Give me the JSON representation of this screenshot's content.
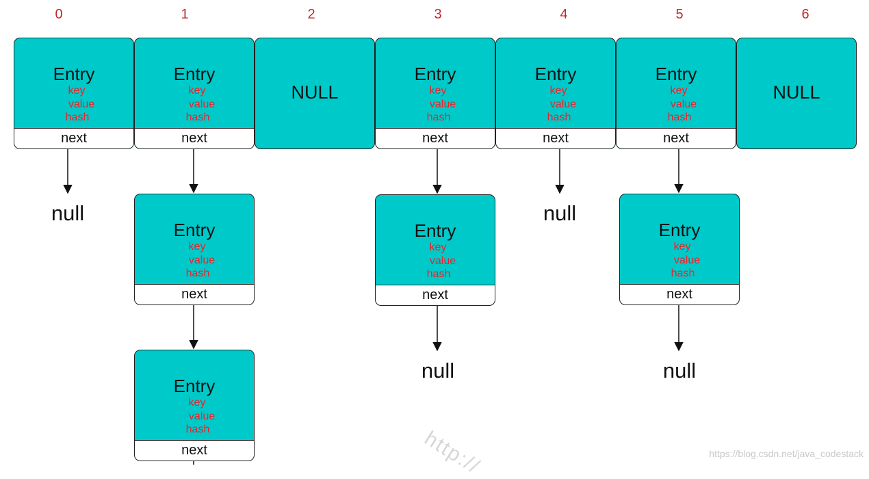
{
  "table": {
    "indices": [
      "0",
      "1",
      "2",
      "3",
      "4",
      "5",
      "6"
    ],
    "slots": [
      {
        "kind": "entry",
        "title": "Entry",
        "fields": [
          "key",
          "value",
          "hash"
        ],
        "next": "next"
      },
      {
        "kind": "entry",
        "title": "Entry",
        "fields": [
          "key",
          "value",
          "hash"
        ],
        "next": "next"
      },
      {
        "kind": "null",
        "label": "NULL"
      },
      {
        "kind": "entry",
        "title": "Entry",
        "fields": [
          "key",
          "value",
          "hash"
        ],
        "next": "next"
      },
      {
        "kind": "entry",
        "title": "Entry",
        "fields": [
          "key",
          "value",
          "hash"
        ],
        "next": "next"
      },
      {
        "kind": "entry",
        "title": "Entry",
        "fields": [
          "key",
          "value",
          "hash"
        ],
        "next": "next"
      },
      {
        "kind": "null",
        "label": "NULL"
      }
    ]
  },
  "chains": {
    "slot0": {
      "terminal": "null"
    },
    "slot1": {
      "nodes": [
        {
          "title": "Entry",
          "fields": [
            "key",
            "value",
            "hash"
          ],
          "next": "next"
        },
        {
          "title": "Entry",
          "fields": [
            "key",
            "value",
            "hash"
          ],
          "next": "next"
        }
      ]
    },
    "slot3": {
      "nodes": [
        {
          "title": "Entry",
          "fields": [
            "key",
            "value",
            "hash"
          ],
          "next": "next"
        }
      ],
      "terminal": "null"
    },
    "slot4": {
      "terminal": "null"
    },
    "slot5": {
      "nodes": [
        {
          "title": "Entry",
          "fields": [
            "key",
            "value",
            "hash"
          ],
          "next": "next"
        }
      ],
      "terminal": "null"
    }
  },
  "watermark": "http://",
  "credit": "https://blog.csdn.net/java_codestack",
  "colors": {
    "box_fill": "#00c9c9",
    "index_text": "#c0272d",
    "field_text": "#e8242b",
    "border": "#222222"
  }
}
